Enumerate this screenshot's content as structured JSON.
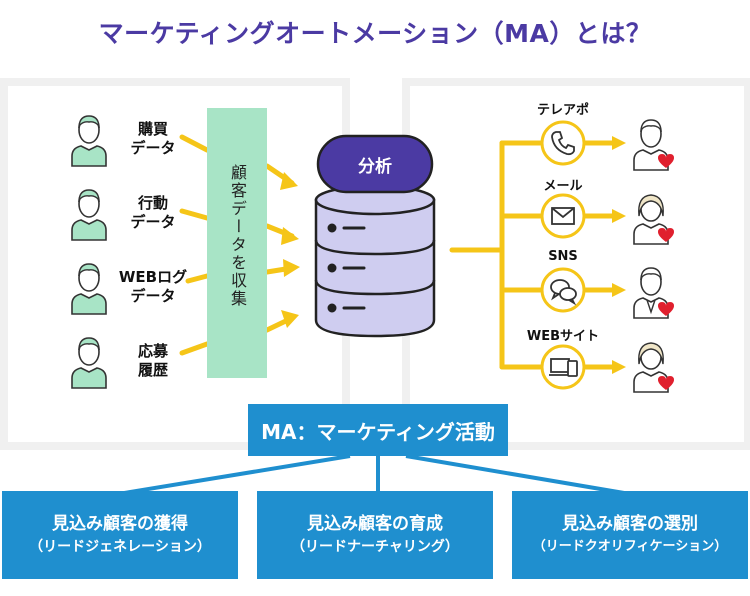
{
  "title": "マーケティングオートメーション（MA）とは？",
  "data_sources": [
    {
      "line1": "購買",
      "line2": "データ"
    },
    {
      "line1": "行動",
      "line2": "データ"
    },
    {
      "line1": "WEBログ",
      "line2": "データ"
    },
    {
      "line1": "応募",
      "line2": "履歴"
    }
  ],
  "collect_label": "顧客データを収集",
  "analysis_label": "分析",
  "channels": [
    {
      "label": "テレアポ",
      "icon": "phone-icon"
    },
    {
      "label": "メール",
      "icon": "envelope-icon"
    },
    {
      "label": "SNS",
      "icon": "chat-bubbles-icon"
    },
    {
      "label": "WEBサイト",
      "icon": "devices-icon"
    }
  ],
  "ma_label": "MA：マーケティング活動",
  "stages": [
    {
      "title": "見込み顧客の獲得",
      "subtitle": "（リードジェネレーション）"
    },
    {
      "title": "見込み顧客の育成",
      "subtitle": "（リードナーチャリング）"
    },
    {
      "title": "見込み顧客の選別",
      "subtitle": "（リードクオリフィケーション）"
    }
  ],
  "colors": {
    "title": "#4b3aa3",
    "arrow": "#f5c518",
    "collect_box": "#a8e4c6",
    "database": "#cfcdf0",
    "analysis": "#4b3aa3",
    "ma_box": "#1f8fcf",
    "heart": "#e0202e",
    "person": "#a8e4c6"
  }
}
